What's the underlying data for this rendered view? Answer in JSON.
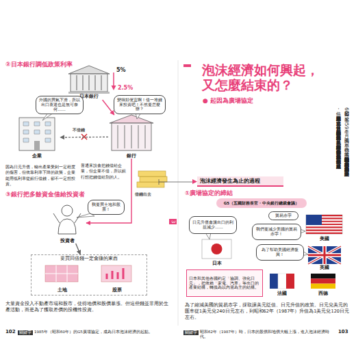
{
  "diagram": {
    "title": "泡沫經濟如何興起，又怎麼結束的？",
    "nodes": [
      {
        "text": [
          "日本銀行"
        ]
      },
      {
        "text": [
          "企業"
        ]
      },
      {
        "text": [
          "外國的買氣下滑，所以出口衰退也是無可奈何……"
        ]
      },
      {
        "text": [
          "銀行"
        ]
      },
      {
        "text": [
          "變得好便宜啊！借一堆錢來投資吧！不然要怎麼辦？"
        ]
      },
      {
        "text": [
          "投資者"
        ]
      },
      {
        "text": [
          "我要買土地和股票！"
        ]
      },
      {
        "text": [
          "要買回借錢一定會賺的東西"
        ]
      },
      {
        "text": [
          "土地"
        ],
        "in": 7
      },
      {
        "text": [
          "股票"
        ],
        "in": 7
      },
      {
        "text": [
          "泡沫經濟發生為止的過程"
        ]
      },
      {
        "text": [
          "G5（五國財務長官・中央銀行總裁會議）"
        ]
      },
      {
        "text": [
          "貿易赤字"
        ]
      },
      {
        "text": [
          "美國"
        ]
      },
      {
        "text": [
          "日元升值會讓出口的利益減少……"
        ]
      },
      {
        "text": [
          "我們要減少美國的貿易赤字！"
        ]
      },
      {
        "text": [
          "日本"
        ]
      },
      {
        "text": [
          "為了幫助美國經濟復興！"
        ]
      },
      {
        "text": [
          "英國"
        ]
      },
      {
        "text": [
          "日本和其他各國約定「協調、強化日元」，把依賴「家電、汽車」等出口的產業結構，轉換為以內需為主的結構。"
        ]
      },
      {
        "text": [
          "法國"
        ]
      },
      {
        "text": [
          "西德"
        ]
      }
    ],
    "edges": [
      {
        "from": 0,
        "to": 3,
        "arrow": "to"
      },
      {
        "from": 3,
        "to": 1,
        "label": "不借錢",
        "arrow": "to"
      },
      {
        "from": 3,
        "to": 5,
        "label": "借錢出去",
        "arrow": "to"
      },
      {
        "from": 5,
        "to": 7,
        "arrow": "to"
      }
    ],
    "labels": [
      "經濟大時代",
      "● 起因為廣場協定",
      "昭和60年（1985年）9月，美國、日本、西德、英國、法國五國的財務長官與中央銀行總裁，在紐約的廣場飯店集會，為了解決美國龐大的貿易赤字，決定聯手讓美元貶值，這就是所謂的「廣場協定」。協定成立後，日元快速升值，以出口為主的日本企業受到很大的打擊，陷入所謂的「日元升值蕭條」。為了挽救景氣，日本銀行持續調降政策利率，市場上的資金因此變得十分充裕。多餘的資金大量流入土地和股票市場，地價和股價不斷上漲，就這樣形成了泡沫經濟。",
      "②日本銀行調低政策利率",
      "5%",
      "2.5%",
      "因為日元升值，輸出產業受到一定程度的傷害，但依靠利率下降的政策，企業能用低利率從銀行借錢，卻不一定想投資。",
      "普通來說會把錢借給企業，但企業不借，所以銀行想把錢借給別的人。",
      "③銀行把多餘資金借給投資者",
      "大量資金投入不動產市場和股市，使得地價和股價暴漲。但這些錢並非用於生產活動，而是為了獲取差價的投機性投資。",
      "①廣場協定的締結",
      "為了縮減美國的貿易赤字，採取讓美元貶值、日元升值的政策。日元兌美元的匯率從1美元兌240日元左右，到昭和62年（1987年）升值為1美元兌120日元左右。",
      "關鍵字",
      "1985年（昭和60年）的G5廣場協定，成為日本泡沫經濟的起點。",
      "102",
      "第3章",
      "關鍵字",
      "昭和62年（1987年）時，日本的股價和地價大幅上漲，進入泡沫經濟時代。",
      "103"
    ]
  }
}
